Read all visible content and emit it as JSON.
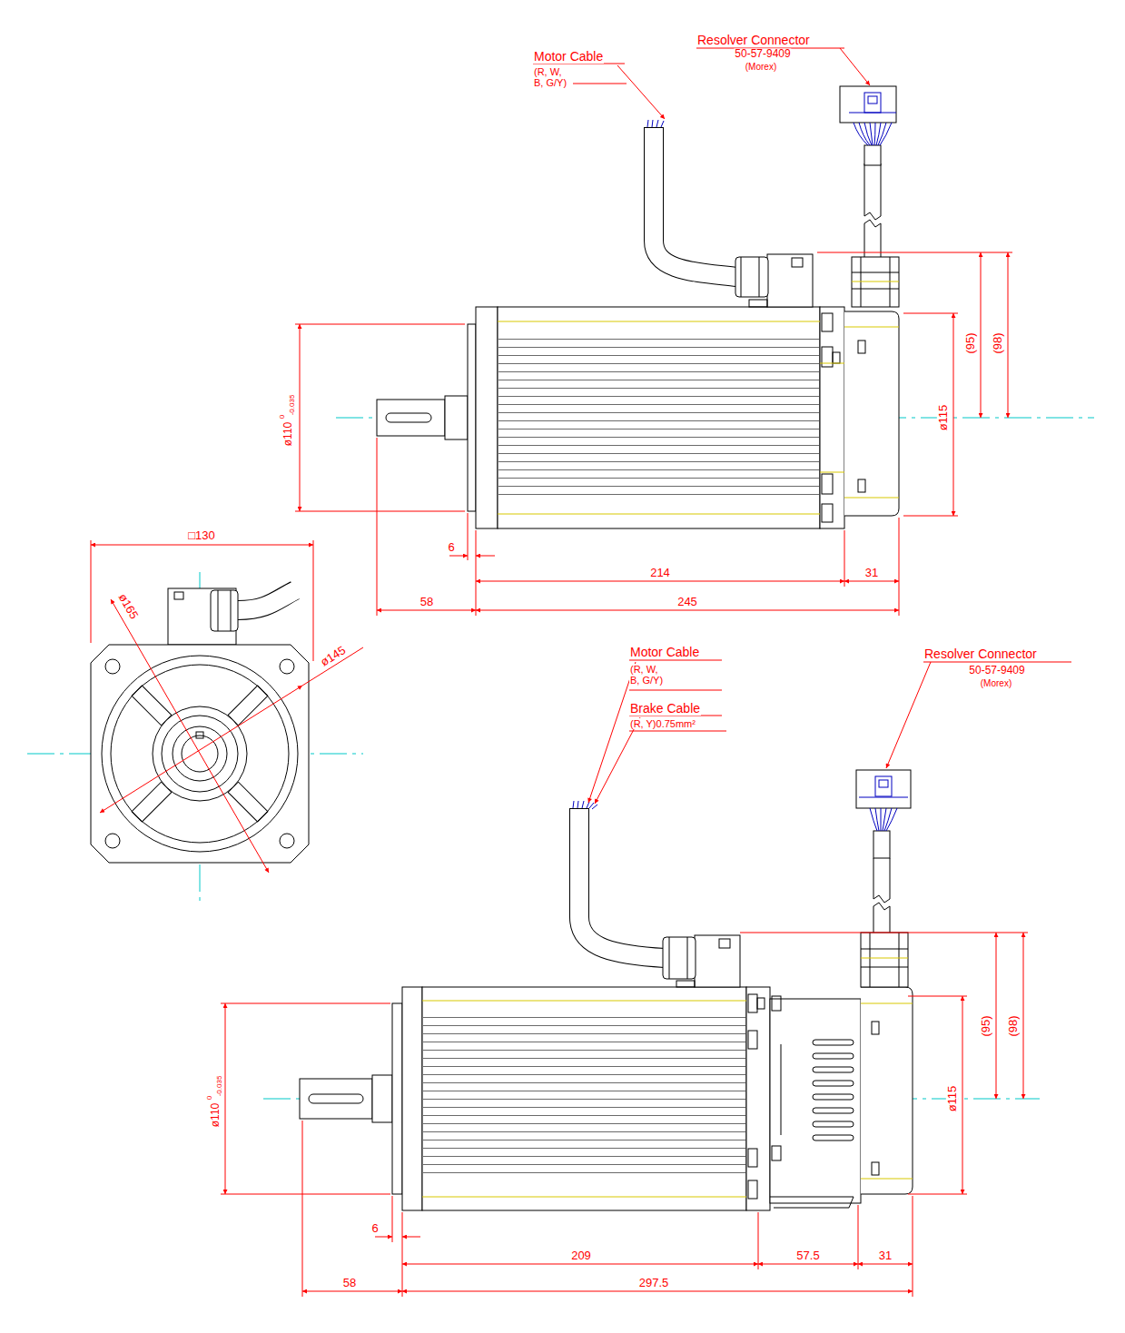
{
  "diagram": {
    "labels": [
      "Motor Cable",
      "(R, W, B, G/Y)",
      "Resolver Connector",
      "50-57-9409",
      "(Morex)",
      "ø110",
      "0",
      "-0.035",
      "ø115",
      "(95)",
      "(98)",
      "6",
      "214",
      "31",
      "58",
      "245",
      "□130",
      "ø165",
      "ø145",
      "Motor Cable",
      "(R, W, B, G/Y)",
      "Brake Cable",
      "(R, Y)0.75mm²",
      "Resolver Connector",
      "50-57-9409",
      "(Morex)",
      "ø110",
      "0",
      "-0.035",
      "ø115",
      "(95)",
      "(98)",
      "6",
      "209",
      "57.5",
      "31",
      "58",
      "297.5"
    ]
  }
}
